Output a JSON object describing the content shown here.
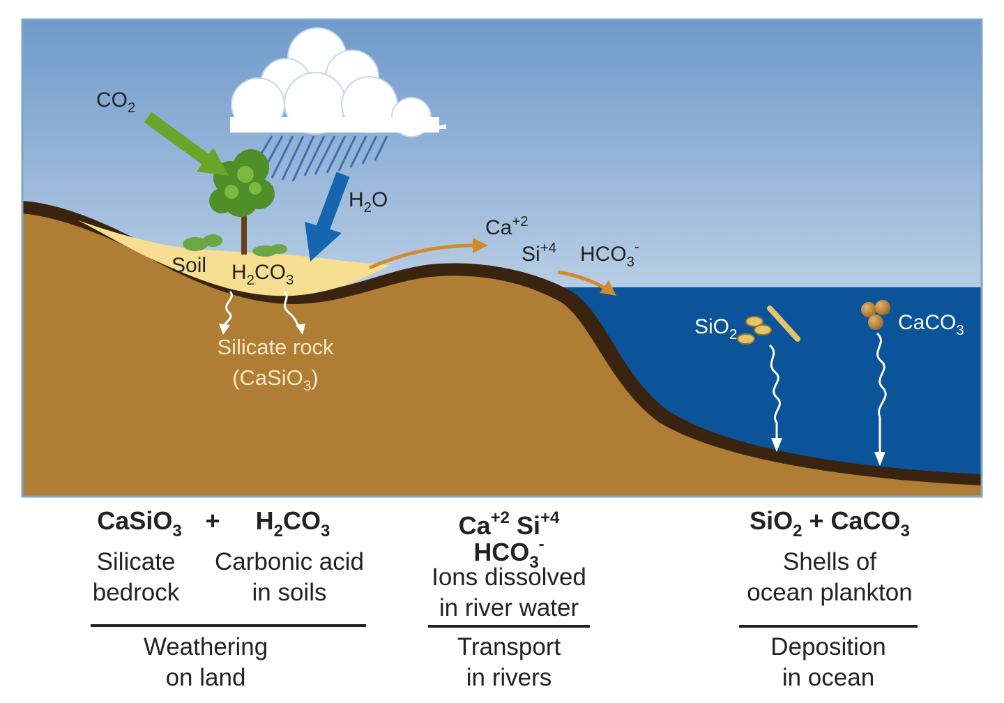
{
  "diagram": {
    "labels": {
      "co2": {
        "base": "CO",
        "sub": "2"
      },
      "h2o": {
        "pre": "H",
        "sub": "2",
        "post": "O"
      },
      "soil": "Soil",
      "h2co3": {
        "pre": "H",
        "sub1": "2",
        "mid": "CO",
        "sub2": "3"
      },
      "silicate_rock": "Silicate rock",
      "casio3_paren": {
        "pre": "(CaSiO",
        "sub": "3",
        "post": ")"
      },
      "ca2": {
        "base": "Ca",
        "sup": "+2"
      },
      "si4": {
        "base": "Si",
        "sup": "+4"
      },
      "hco3": {
        "base": "HCO",
        "sub": "3",
        "sup": "-"
      },
      "sio2": {
        "base": "SiO",
        "sub": "2"
      },
      "caco3": {
        "base": "CaCO",
        "sub": "3"
      }
    },
    "colors": {
      "sky_top": "#6f9acb",
      "sky_bottom": "#eef3f8",
      "ground": "#b07d35",
      "ground_dark": "#3a2410",
      "soil": "#f6df90",
      "ocean": "#0b5499",
      "co2_arrow": "#6aa52a",
      "h2o_arrow": "#1565b0",
      "river_arrow": "#d58a2a",
      "text_dark": "#222222",
      "text_light": "#ffffff"
    }
  },
  "captions": {
    "weathering": {
      "formula_a": {
        "base": "CaSiO",
        "sub": "3"
      },
      "plus": "+",
      "formula_b": {
        "pre": "H",
        "sub1": "2",
        "mid": "CO",
        "sub2": "3"
      },
      "desc_a_1": "Silicate",
      "desc_a_2": "bedrock",
      "desc_b_1": "Carbonic acid",
      "desc_b_2": "in soils",
      "group_1": "Weathering",
      "group_2": "on land"
    },
    "transport": {
      "ion_ca": "Ca",
      "ion_ca_sup": "+2",
      "ion_si": "Si",
      "ion_si_sup": "+4",
      "ion_hco3": "HCO",
      "ion_hco3_sub": "3",
      "ion_hco3_sup": "-",
      "desc_1": "Ions dissolved",
      "desc_2": "in river water",
      "group_1": "Transport",
      "group_2": "in rivers"
    },
    "deposition": {
      "f1_base": "SiO",
      "f1_sub": "2",
      "plus": "+",
      "f2_base": "CaCO",
      "f2_sub": "3",
      "desc_1": "Shells of",
      "desc_2": "ocean plankton",
      "group_1": "Deposition",
      "group_2": "in ocean"
    }
  }
}
